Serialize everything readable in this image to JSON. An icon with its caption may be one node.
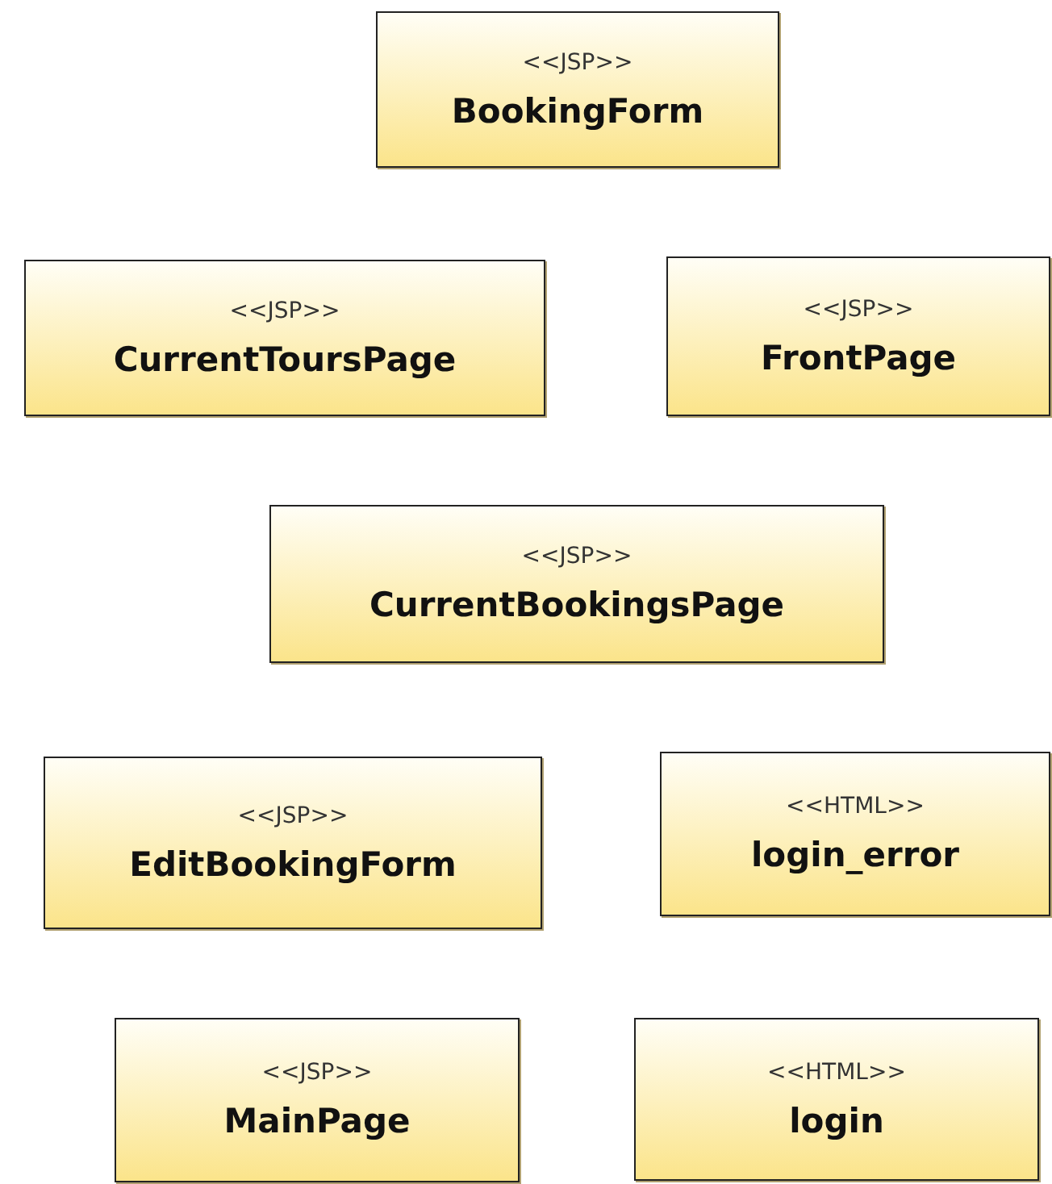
{
  "diagram": {
    "nodes": [
      {
        "text": [
          "<<JSP>>",
          "BookingForm"
        ]
      },
      {
        "text": [
          "<<JSP>>",
          "CurrentToursPage"
        ]
      },
      {
        "text": [
          "<<JSP>>",
          "FrontPage"
        ]
      },
      {
        "text": [
          "<<JSP>>",
          "CurrentBookingsPage"
        ]
      },
      {
        "text": [
          "<<JSP>>",
          "EditBookingForm"
        ]
      },
      {
        "text": [
          "<<HTML>>",
          "login_error"
        ]
      },
      {
        "text": [
          "<<JSP>>",
          "MainPage"
        ]
      },
      {
        "text": [
          "<<HTML>>",
          "login"
        ]
      }
    ]
  }
}
